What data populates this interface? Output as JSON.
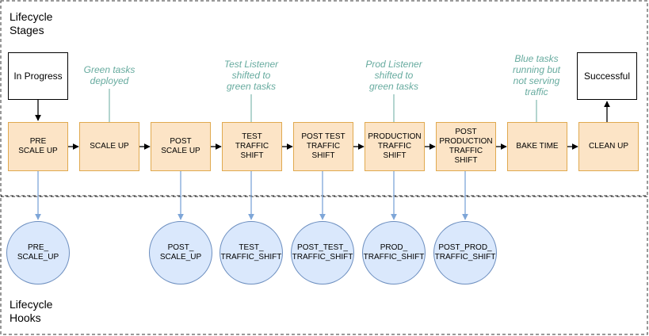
{
  "sections": {
    "stages_label": "Lifecycle\nStages",
    "hooks_label": "Lifecycle\nHooks"
  },
  "status": {
    "start": "In Progress",
    "end": "Successful"
  },
  "stages": [
    {
      "label": "PRE\nSCALE UP"
    },
    {
      "label": "SCALE UP"
    },
    {
      "label": "POST\nSCALE UP"
    },
    {
      "label": "TEST\nTRAFFIC\nSHIFT"
    },
    {
      "label": "POST TEST\nTRAFFIC\nSHIFT"
    },
    {
      "label": "PRODUCTION\nTRAFFIC\nSHIFT"
    },
    {
      "label": "POST\nPRODUCTION\nTRAFFIC\nSHIFT"
    },
    {
      "label": "BAKE TIME"
    },
    {
      "label": "CLEAN UP"
    }
  ],
  "notes": [
    {
      "text": "Green tasks\ndeployed"
    },
    {
      "text": "Test Listener\nshifted to\ngreen tasks"
    },
    {
      "text": "Prod Listener\nshifted to\ngreen tasks"
    },
    {
      "text": "Blue tasks\nrunning but\nnot serving\ntraffic"
    }
  ],
  "hooks": [
    {
      "label": "PRE_\nSCALE_UP"
    },
    {
      "label": "POST_\nSCALE_UP"
    },
    {
      "label": "TEST_\nTRAFFIC_SHIFT"
    },
    {
      "label": "POST_TEST_\nTRAFFIC_SHIFT"
    },
    {
      "label": "PROD_\nTRAFFIC_SHIFT"
    },
    {
      "label": "POST_PROD_\nTRAFFIC_SHIFT"
    }
  ],
  "colors": {
    "stage_fill": "#fce4c6",
    "stage_border": "#e0a94f",
    "hook_fill": "#dae8fc",
    "hook_border": "#6c8ebf",
    "note_text": "#67ab9f",
    "connector": "#000000",
    "hook_connector": "#7ea6d8"
  }
}
